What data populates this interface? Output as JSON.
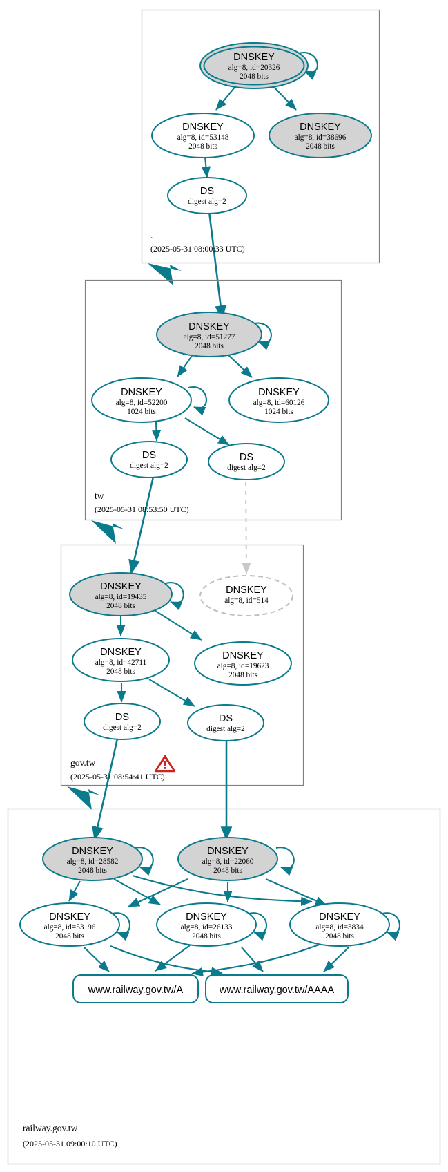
{
  "diagram": {
    "kind": "dnssec-authentication-chain",
    "colors": {
      "accent": "#0a7b8c",
      "secure_key_fill": "#d3d3d3",
      "zone_border": "#808080",
      "nonexistent": "#bfbfbf",
      "warning": "#cc2222"
    }
  },
  "zones": [
    {
      "id": "root",
      "name": ".",
      "timestamp": "(2025-05-31 08:00:33 UTC)",
      "nodes": [
        {
          "id": "r-ksk",
          "type": "DNSKEY",
          "title": "DNSKEY",
          "line2": "alg=8, id=20326",
          "line3": "2048 bits",
          "style": "trust-anchor"
        },
        {
          "id": "r-zsk",
          "type": "DNSKEY",
          "title": "DNSKEY",
          "line2": "alg=8, id=53148",
          "line3": "2048 bits",
          "style": "plain"
        },
        {
          "id": "r-ksk2",
          "type": "DNSKEY",
          "title": "DNSKEY",
          "line2": "alg=8, id=38696",
          "line3": "2048 bits",
          "style": "secure"
        },
        {
          "id": "r-ds",
          "type": "DS",
          "title": "DS",
          "line2": "digest alg=2",
          "line3": "",
          "style": "plain"
        }
      ]
    },
    {
      "id": "tw",
      "name": "tw",
      "timestamp": "(2025-05-31 08:53:50 UTC)",
      "nodes": [
        {
          "id": "tw-ksk",
          "type": "DNSKEY",
          "title": "DNSKEY",
          "line2": "alg=8, id=51277",
          "line3": "2048 bits",
          "style": "secure"
        },
        {
          "id": "tw-zsk1",
          "type": "DNSKEY",
          "title": "DNSKEY",
          "line2": "alg=8, id=52200",
          "line3": "1024 bits",
          "style": "plain"
        },
        {
          "id": "tw-zsk2",
          "type": "DNSKEY",
          "title": "DNSKEY",
          "line2": "alg=8, id=60126",
          "line3": "1024 bits",
          "style": "plain"
        },
        {
          "id": "tw-ds1",
          "type": "DS",
          "title": "DS",
          "line2": "digest alg=2",
          "line3": "",
          "style": "plain"
        },
        {
          "id": "tw-ds2",
          "type": "DS",
          "title": "DS",
          "line2": "digest alg=2",
          "line3": "",
          "style": "plain"
        }
      ]
    },
    {
      "id": "govtw",
      "name": "gov.tw",
      "timestamp": "(2025-05-31 08:54:41 UTC)",
      "has_warning": true,
      "warning_icon": "warning-triangle-icon",
      "nodes": [
        {
          "id": "g-ksk",
          "type": "DNSKEY",
          "title": "DNSKEY",
          "line2": "alg=8, id=19435",
          "line3": "2048 bits",
          "style": "secure"
        },
        {
          "id": "g-absent",
          "type": "DNSKEY",
          "title": "DNSKEY",
          "line2": "alg=8, id=514",
          "line3": "",
          "style": "nonexistent"
        },
        {
          "id": "g-zsk1",
          "type": "DNSKEY",
          "title": "DNSKEY",
          "line2": "alg=8, id=42711",
          "line3": "2048 bits",
          "style": "plain"
        },
        {
          "id": "g-zsk2",
          "type": "DNSKEY",
          "title": "DNSKEY",
          "line2": "alg=8, id=19623",
          "line3": "2048 bits",
          "style": "plain"
        },
        {
          "id": "g-ds1",
          "type": "DS",
          "title": "DS",
          "line2": "digest alg=2",
          "line3": "",
          "style": "plain"
        },
        {
          "id": "g-ds2",
          "type": "DS",
          "title": "DS",
          "line2": "digest alg=2",
          "line3": "",
          "style": "plain"
        }
      ]
    },
    {
      "id": "railway",
      "name": "railway.gov.tw",
      "timestamp": "(2025-05-31 09:00:10 UTC)",
      "nodes": [
        {
          "id": "w-ksk1",
          "type": "DNSKEY",
          "title": "DNSKEY",
          "line2": "alg=8, id=28582",
          "line3": "2048 bits",
          "style": "secure"
        },
        {
          "id": "w-ksk2",
          "type": "DNSKEY",
          "title": "DNSKEY",
          "line2": "alg=8, id=22060",
          "line3": "2048 bits",
          "style": "secure"
        },
        {
          "id": "w-zsk1",
          "type": "DNSKEY",
          "title": "DNSKEY",
          "line2": "alg=8, id=53196",
          "line3": "2048 bits",
          "style": "plain"
        },
        {
          "id": "w-zsk2",
          "type": "DNSKEY",
          "title": "DNSKEY",
          "line2": "alg=8, id=26133",
          "line3": "2048 bits",
          "style": "plain"
        },
        {
          "id": "w-zsk3",
          "type": "DNSKEY",
          "title": "DNSKEY",
          "line2": "alg=8, id=3834",
          "line3": "2048 bits",
          "style": "plain"
        }
      ],
      "rrsets": [
        {
          "id": "rr-a",
          "label": "www.railway.gov.tw/A"
        },
        {
          "id": "rr-aaaa",
          "label": "www.railway.gov.tw/AAAA"
        }
      ]
    }
  ]
}
